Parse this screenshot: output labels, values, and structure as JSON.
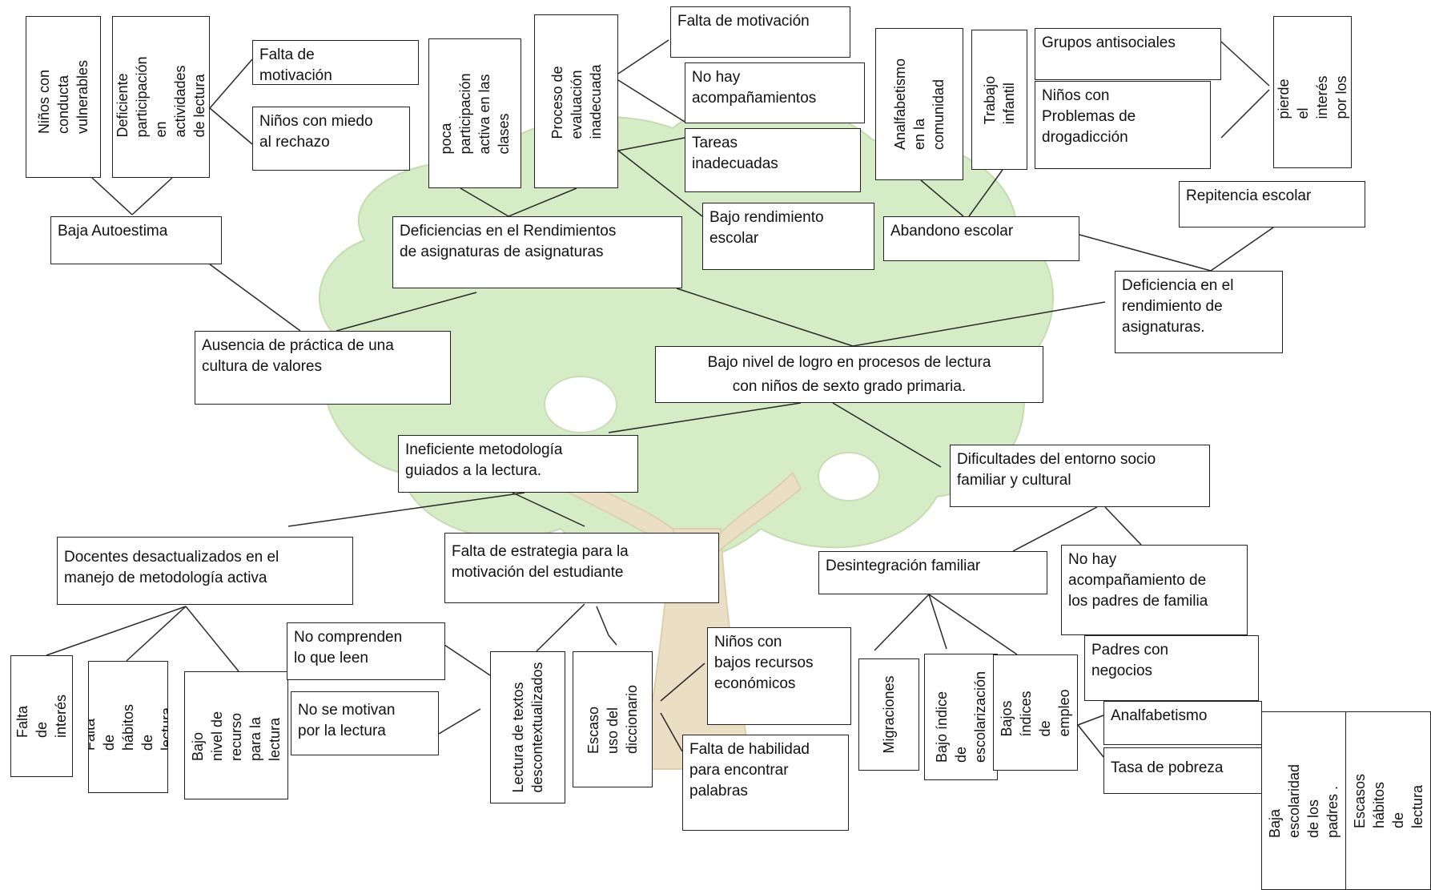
{
  "central": "Bajo nivel de logro en procesos de lectura\ncon niños de sexto grado primaria.",
  "top": {
    "baja_autoestima": "Baja Autoestima",
    "ninos_conducta": "Niños  con conducta\nvulnerables",
    "deficiente_participacion": "Deficiente\nparticipación en\nactividades de lectura",
    "falta_motivacion_1": "Falta  de\nmotivación",
    "ninos_miedo": "Niños con miedo\nal  rechazo",
    "ausencia_practica": "Ausencia  de práctica de una\ncultura de valores",
    "deficiencias_rendimiento": "Deficiencias en el Rendimientos\nde  asignaturas de asignaturas",
    "poca_participacion": "poca  participación\nactiva en las clases",
    "proceso_evaluacion": "Proceso de evaluación\ninadecuada",
    "falta_motivacion_2": "Falta de motivación",
    "no_acompanamientos": "No hay\nacompañamientos",
    "tareas_inadecuadas": "Tareas\ninadecuadas",
    "bajo_rendimiento": "Bajo rendimiento\nescolar",
    "abandono_escolar": "Abandono escolar",
    "analfabetismo_comunidad": "Analfabetismo en la\ncomunidad",
    "trabajo_infantil": "Trabajo infantil",
    "grupos_antisociales": "Grupos antisociales",
    "ninos_drogadiccion": "Niños con\nProblemas de\ndrogadicción",
    "se_pierde_interes": "Se pierde  el interés\npor los  estudios",
    "repitencia": "Repitencia   escolar",
    "deficiencia_rendimiento_asig": "Deficiencia en el\nrendimiento de\nasignaturas."
  },
  "bottom": {
    "ineficiente_metodologia": "Ineficiente    metodología\nguiados  a la lectura.",
    "docentes_desactualizados": "Docentes desactualizados en el\nmanejo de metodología activa",
    "falta_interes": "Falta de interés",
    "falta_habitos": "Falta de hábitos\nde lectura",
    "bajo_nivel_recurso": "Bajo nivel de\nrecurso  para la\nlectura",
    "falta_estrategia": "Falta de estrategia para la\nmotivación del  estudiante",
    "no_comprenden": "No  comprenden\nlo que leen",
    "no_se_motivan": "No se motivan\npor la lectura",
    "lectura_textos": "Lectura de textos\ndescontextualizados",
    "escaso_diccionario": "Escaso uso del\ndiccionario",
    "ninos_bajos_recursos": "Niños con\nbajos recursos\neconómicos",
    "falta_habilidad": "Falta de habilidad\npara encontrar\npalabras",
    "dificultades_entorno": "Dificultades del entorno socio\nfamiliar y cultural",
    "desintegracion": "Desintegración familiar",
    "no_acompanamiento_padres": "No hay\nacompañamiento de\nlos padres de familia",
    "migraciones": "Migraciones",
    "bajo_indice_escolarizacion": "Bajo índice de\nescolarización",
    "bajos_indices_empleo": "Bajos índices\nde  empleo",
    "padres_negocios": "Padres con\nnegocios",
    "analfabetismo": "Analfabetismo",
    "tasa_pobreza": "Tasa de pobreza",
    "baja_escolaridad_padres": "Baja escolaridad de  los\npadres .",
    "escasos_habitos": "Escasos hábitos de\nlectura"
  },
  "colors": {
    "tree_leaf": "#d6ecc6",
    "tree_trunk": "#eadfc4",
    "line": "#2a2a2a",
    "box_border": "#222222"
  }
}
